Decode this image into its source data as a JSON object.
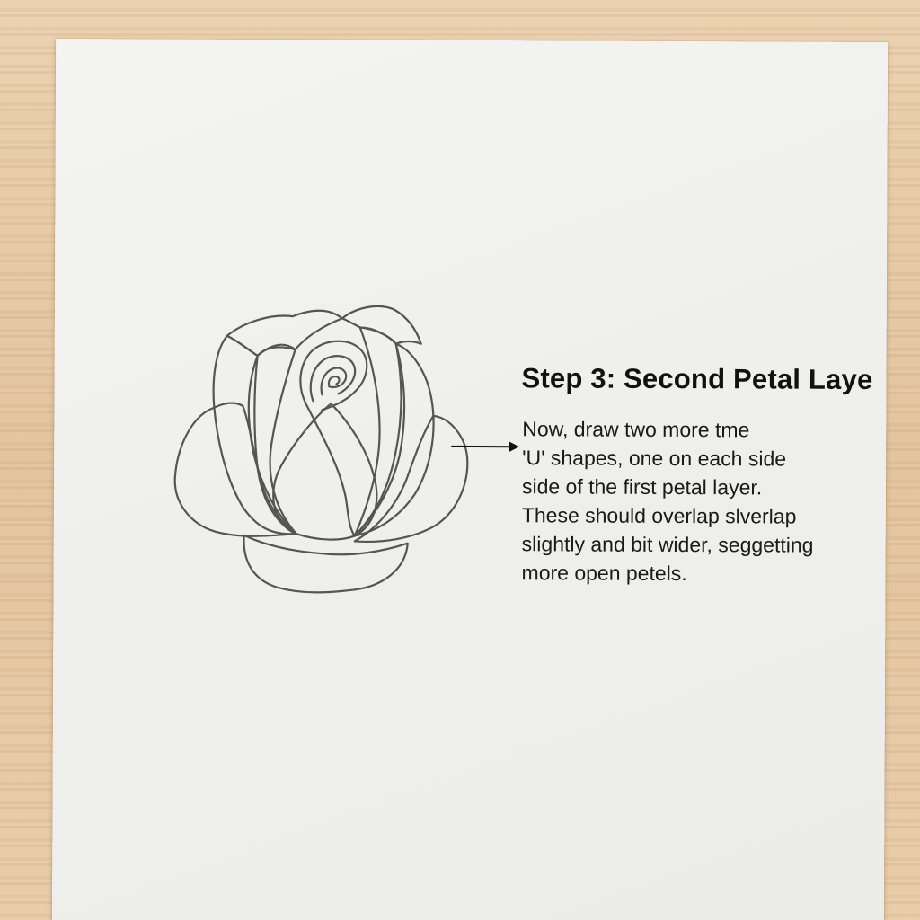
{
  "step": {
    "title": "Step 3: Second Petal Laye",
    "lines": [
      "Now, draw two more tme",
      "'U' shapes, one on each side",
      "side of the first petal layer.",
      "These should overlap slverlap",
      "slightly and bit wider, seggetting",
      "more open petels."
    ]
  },
  "illustration": {
    "subject": "rose-line-drawing",
    "stroke_color": "#555555"
  },
  "colors": {
    "paper": "#efefed",
    "desk": "#e6c9a5",
    "text": "#111111"
  }
}
